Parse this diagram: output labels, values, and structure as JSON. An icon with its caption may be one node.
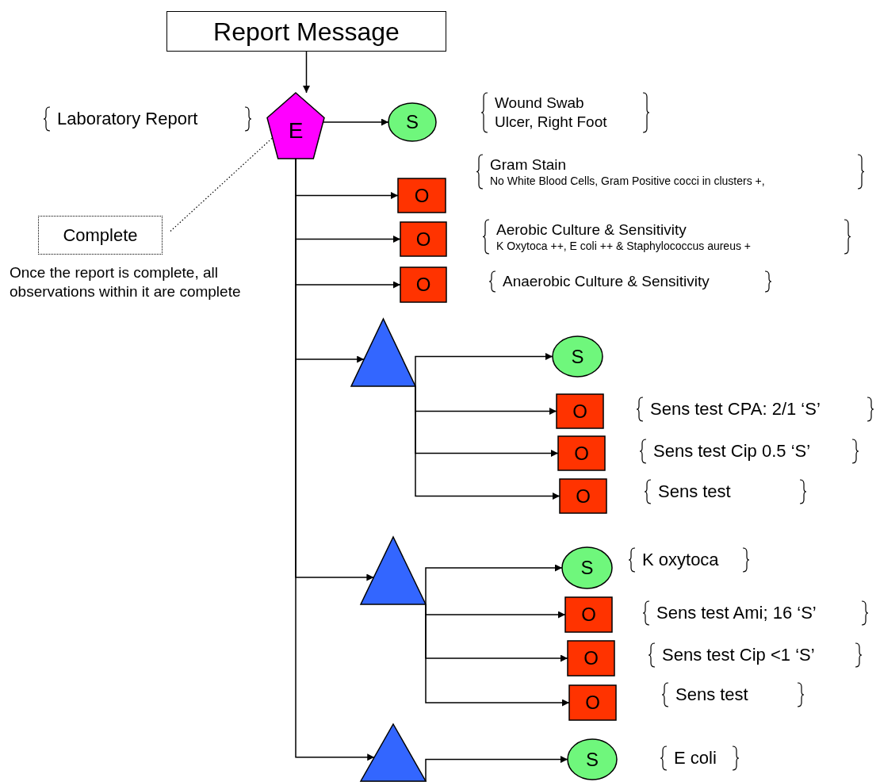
{
  "diagram": {
    "nodes": [
      {
        "text": [
          "Report Message"
        ]
      },
      {
        "text": [
          "E"
        ],
        "beside": [
          "Laboratory Report"
        ]
      },
      {
        "text": [
          "S"
        ],
        "beside": [
          "Wound Swab",
          "Ulcer, Right Foot"
        ]
      },
      {
        "text": [
          "O"
        ],
        "beside": [
          "Gram Stain",
          "No White Blood Cells, Gram Positive cocci in clusters +,"
        ]
      },
      {
        "text": [
          "O"
        ],
        "beside": [
          "Aerobic Culture & Sensitivity",
          "K Oxytoca ++, E coli ++ & Staphylococcus aureus +"
        ]
      },
      {
        "text": [
          "O"
        ],
        "beside": [
          "Anaerobic Culture & Sensitivity"
        ]
      },
      {
        "text": [],
        "shape": "triangle"
      },
      {
        "text": [
          "S"
        ]
      },
      {
        "text": [
          "O"
        ],
        "beside": [
          "Sens test CPA: 2/1 ‘S’"
        ]
      },
      {
        "text": [
          "O"
        ],
        "beside": [
          "Sens test Cip 0.5 ‘S’"
        ]
      },
      {
        "text": [
          "O"
        ],
        "beside": [
          "Sens test"
        ]
      },
      {
        "text": [],
        "shape": "triangle"
      },
      {
        "text": [
          "S"
        ],
        "beside": [
          "K oxytoca"
        ]
      },
      {
        "text": [
          "O"
        ],
        "beside": [
          "Sens test Ami; 16 ‘S’"
        ]
      },
      {
        "text": [
          "O"
        ],
        "beside": [
          "Sens test Cip <1 ‘S’"
        ]
      },
      {
        "text": [
          "O"
        ],
        "beside": [
          "Sens test"
        ]
      },
      {
        "text": [],
        "shape": "triangle"
      },
      {
        "text": [
          "S"
        ],
        "beside": [
          "E coli"
        ]
      },
      {
        "text": [
          "Complete"
        ],
        "beside": [
          "Once the report is complete, all observations within it are complete"
        ]
      }
    ],
    "edges": [
      {
        "from": 0,
        "to": 1,
        "arrow": "to"
      },
      {
        "from": 1,
        "to": 2,
        "arrow": "to"
      },
      {
        "from": 1,
        "to": 3,
        "arrow": "to"
      },
      {
        "from": 1,
        "to": 4,
        "arrow": "to"
      },
      {
        "from": 1,
        "to": 5,
        "arrow": "to"
      },
      {
        "from": 1,
        "to": 6,
        "arrow": "to"
      },
      {
        "from": 6,
        "to": 7,
        "arrow": "to"
      },
      {
        "from": 6,
        "to": 8,
        "arrow": "to"
      },
      {
        "from": 6,
        "to": 9,
        "arrow": "to"
      },
      {
        "from": 6,
        "to": 10,
        "arrow": "to"
      },
      {
        "from": 1,
        "to": 11,
        "arrow": "to"
      },
      {
        "from": 11,
        "to": 12,
        "arrow": "to"
      },
      {
        "from": 11,
        "to": 13,
        "arrow": "to"
      },
      {
        "from": 11,
        "to": 14,
        "arrow": "to"
      },
      {
        "from": 11,
        "to": 15,
        "arrow": "to"
      },
      {
        "from": 1,
        "to": 16,
        "arrow": "to"
      },
      {
        "from": 16,
        "to": 17,
        "arrow": "to"
      },
      {
        "from": 18,
        "to": 1,
        "arrow": "none",
        "style": "dashed"
      }
    ]
  }
}
